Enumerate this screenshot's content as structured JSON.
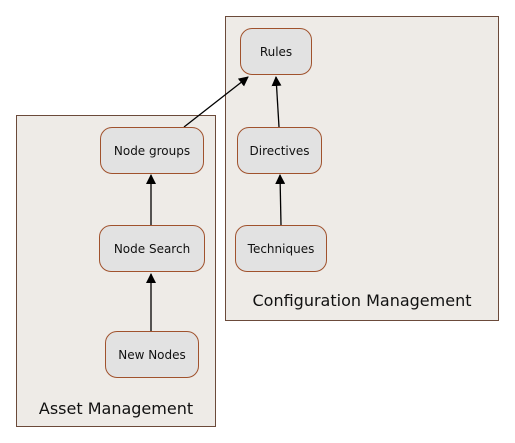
{
  "clusters": {
    "configuration": {
      "label": "Configuration Management"
    },
    "asset": {
      "label": "Asset Management"
    }
  },
  "nodes": {
    "rules": "Rules",
    "directives": "Directives",
    "techniques": "Techniques",
    "node_groups": "Node groups",
    "node_search": "Node Search",
    "new_nodes": "New Nodes"
  },
  "edges": [
    {
      "from": "directives",
      "to": "rules"
    },
    {
      "from": "techniques",
      "to": "directives"
    },
    {
      "from": "node_groups",
      "to": "rules"
    },
    {
      "from": "node_search",
      "to": "node_groups"
    },
    {
      "from": "new_nodes",
      "to": "node_search"
    }
  ],
  "colors": {
    "cluster_fill": "#eeebe7",
    "cluster_border": "#6b4a3a",
    "node_fill": "#e2e2e2",
    "node_border": "#a0522d",
    "edge": "#000000"
  }
}
